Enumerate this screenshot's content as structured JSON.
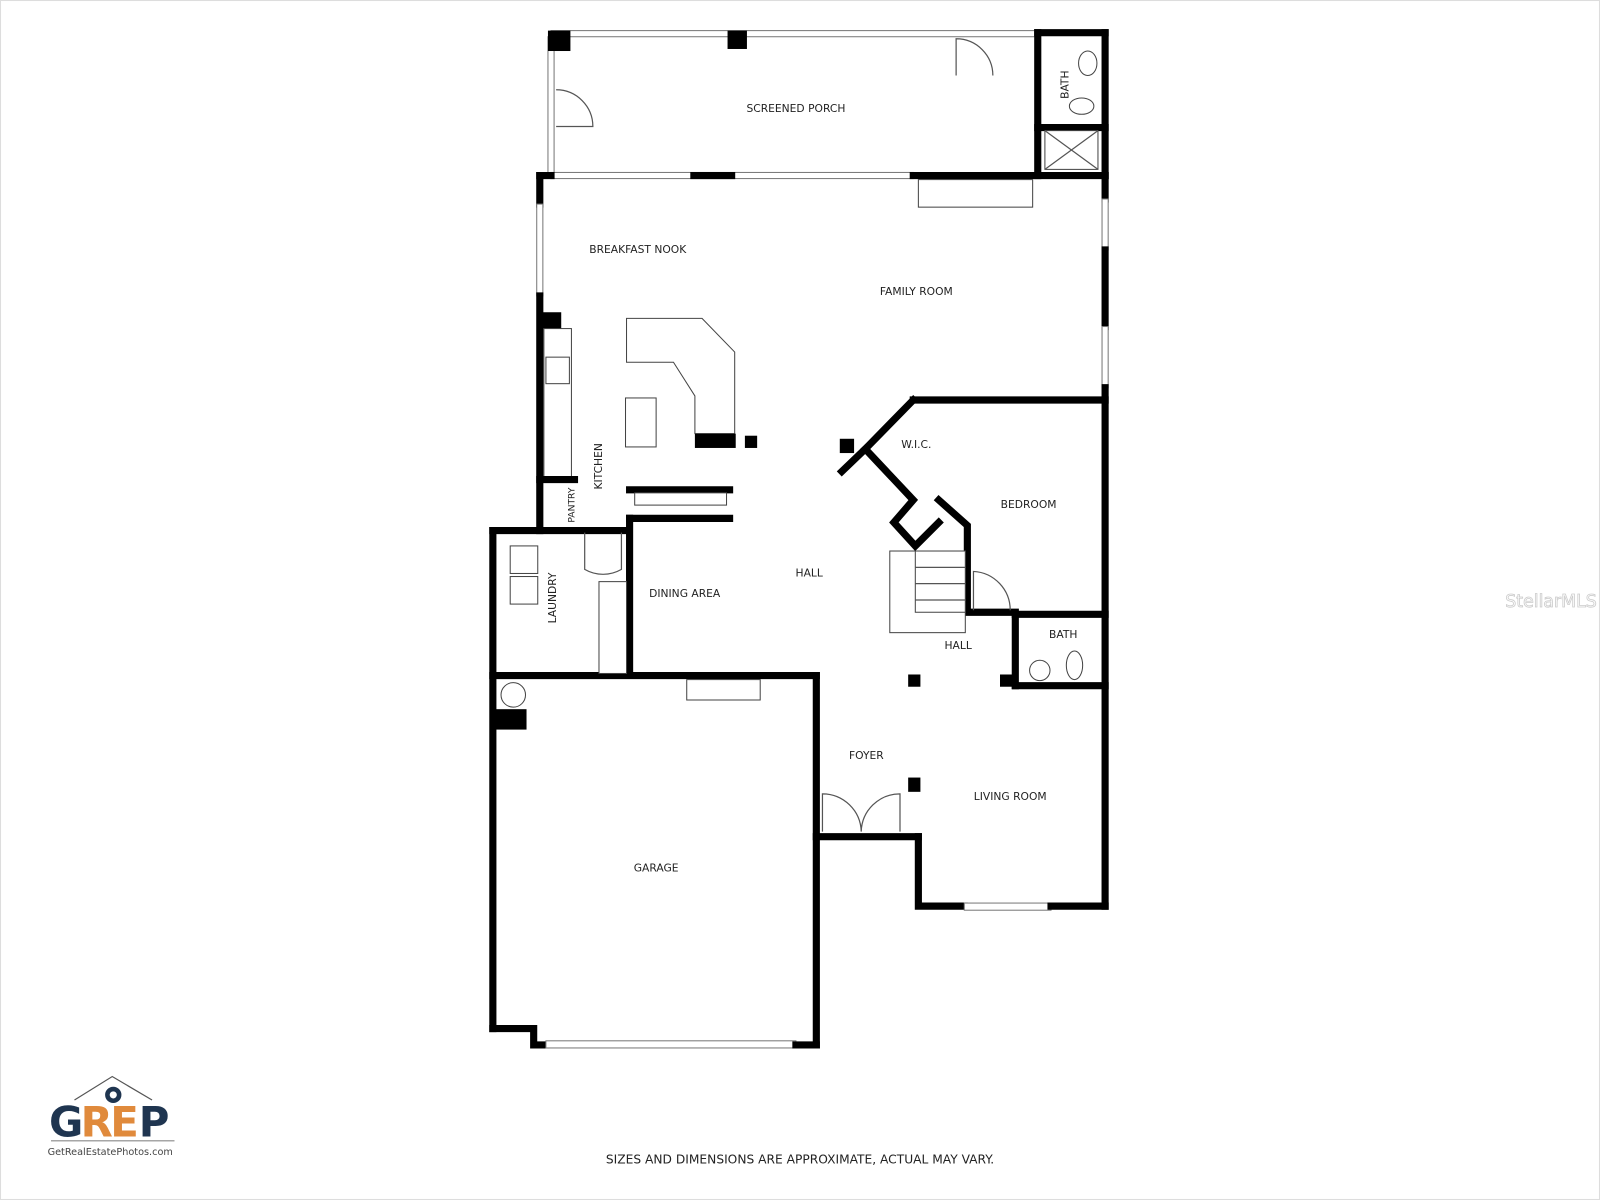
{
  "rooms": {
    "screened_porch": "SCREENED PORCH",
    "bath_upper": "BATH",
    "breakfast_nook": "BREAKFAST NOOK",
    "family_room": "FAMILY ROOM",
    "kitchen": "KITCHEN",
    "pantry": "PANTRY",
    "wic": "W.I.C.",
    "bedroom": "BEDROOM",
    "laundry": "LAUNDRY",
    "dining_area": "DINING AREA",
    "hall_main": "HALL",
    "hall_lower": "HALL",
    "bath_lower": "BATH",
    "foyer": "FOYER",
    "living_room": "LIVING ROOM",
    "garage": "GARAGE"
  },
  "disclaimer": "SIZES AND DIMENSIONS ARE APPROXIMATE, ACTUAL MAY VARY.",
  "logo": {
    "letters": [
      "G",
      "R",
      "E",
      "P"
    ],
    "tagline": "GetRealEstatePhotos.com",
    "colors": {
      "navy": "#1f3550",
      "orange": "#e08a3c"
    }
  },
  "watermark": "StellarMLS"
}
